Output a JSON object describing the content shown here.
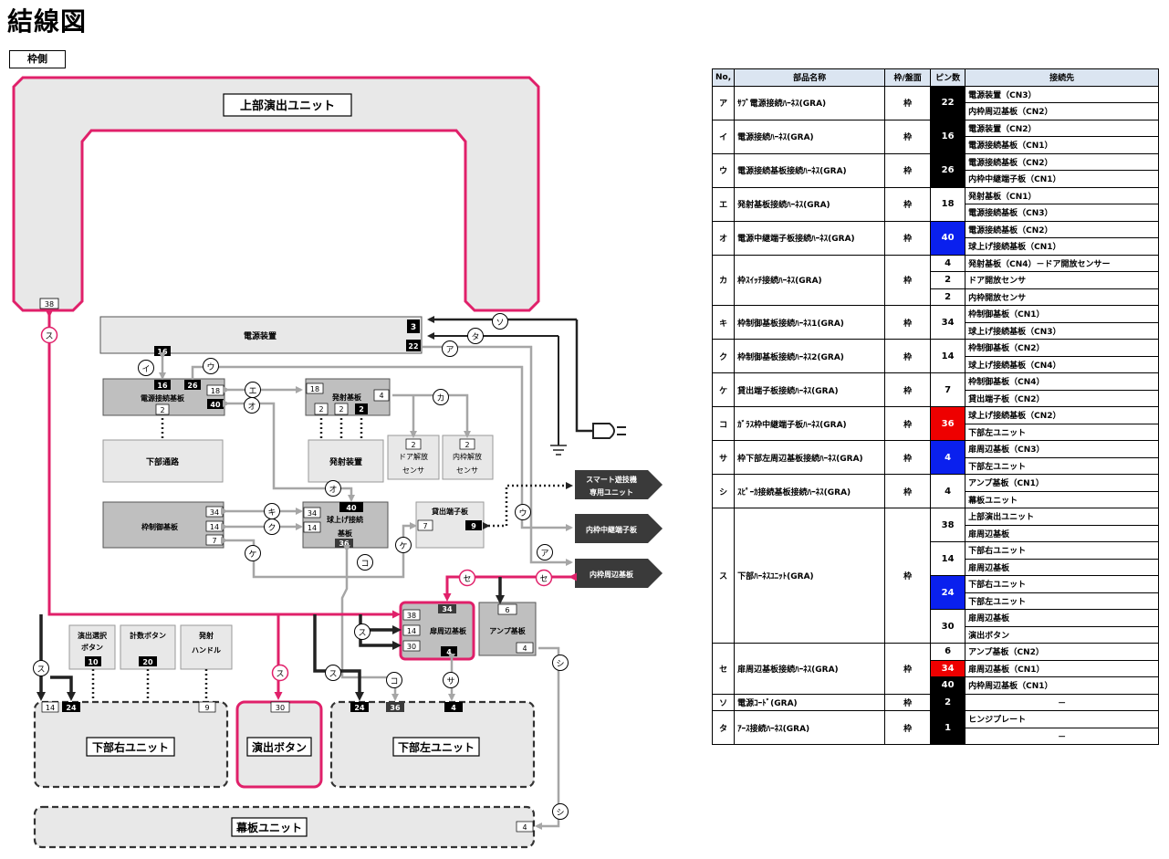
{
  "page_title": "結線図",
  "frame_side_label": "枠側",
  "units": {
    "upper_effect_unit": "上部演出ユニット",
    "power_supply": "電源装置",
    "power_connection_board": "電源接続基板",
    "firing_board": "発射基板",
    "lower_passage": "下部通路",
    "firing_device": "発射装置",
    "door_open_sensor": [
      "ドア解放",
      "センサ"
    ],
    "inner_frame_open_sensor": [
      "内枠解放",
      "センサ"
    ],
    "frame_control_board": "枠制御基板",
    "ball_lift_board": [
      "球上げ接続",
      "基板"
    ],
    "payout_terminal_board": "貸出端子板",
    "smart_game_unit": [
      "スマート遊技機",
      "専用ユニット"
    ],
    "inner_relay_terminal": "内枠中継端子板",
    "inner_peripheral_board": "内枠周辺基板",
    "door_peripheral_board": "扉周辺基板",
    "amp_board": "アンプ基板",
    "effect_select_button": [
      "演出選択",
      "ボタン"
    ],
    "counter_button": "計数ボタン",
    "firing_handle": [
      "発射",
      "ハンドル"
    ],
    "lower_right_unit": "下部右ユニット",
    "effect_button": "演出ボタン",
    "lower_left_unit": "下部左ユニット",
    "curtain_board_unit": "幕板ユニット"
  },
  "pins": {
    "upper_38": "38",
    "ps_3": "3",
    "ps_22": "22",
    "pcb_16_top": "16",
    "pcb_16": "16",
    "pcb_26": "26",
    "pcb_18": "18",
    "pcb_40": "40",
    "pcb_2": "2",
    "fb_18": "18",
    "fb_4": "4",
    "fb_2a": "2",
    "fb_2b": "2",
    "fb_2c": "2",
    "ds_2": "2",
    "is_2": "2",
    "fc_34": "34",
    "fc_14": "14",
    "fc_7": "7",
    "bl_40": "40",
    "bl_34": "34",
    "bl_14": "14",
    "bl_36": "36",
    "pt_7": "7",
    "pt_9": "9",
    "dp_34": "34",
    "dp_38": "38",
    "dp_14": "14",
    "dp_30": "30",
    "dp_4": "4",
    "amp_6": "6",
    "amp_4": "4",
    "esb_10": "10",
    "cb_20": "20",
    "fh_9": "9",
    "lr_14": "14",
    "lr_24": "24",
    "eb_30": "30",
    "ll_24": "24",
    "ll_36": "36",
    "ll_4": "4",
    "cu_4": "4"
  },
  "wire_labels": {
    "a": "ア",
    "i": "イ",
    "u": "ウ",
    "e": "エ",
    "o": "オ",
    "ka": "カ",
    "ki": "キ",
    "ku": "ク",
    "ke": "ケ",
    "ko": "コ",
    "sa": "サ",
    "shi": "シ",
    "su": "ス",
    "se": "セ",
    "so": "ソ",
    "ta": "タ"
  },
  "table": {
    "headers": [
      "No,",
      "部品名称",
      "枠/盤面",
      "ピン数",
      "接続先"
    ],
    "rows": [
      {
        "no": "ア",
        "name": "ｻﾌﾞ電源接続ﾊｰﾈｽ(GRA)",
        "side": "枠",
        "pins": [
          {
            "v": "22",
            "style": "black",
            "span": 2
          }
        ],
        "dest": [
          "電源装置（CN3）",
          "内枠周辺基板（CN2）"
        ]
      },
      {
        "no": "イ",
        "name": "電源接続ﾊｰﾈｽ(GRA)",
        "side": "枠",
        "pins": [
          {
            "v": "16",
            "style": "black",
            "span": 2
          }
        ],
        "dest": [
          "電源装置（CN2）",
          "電源接続基板（CN1）"
        ]
      },
      {
        "no": "ウ",
        "name": "電源接続基板接続ﾊｰﾈｽ(GRA)",
        "side": "枠",
        "pins": [
          {
            "v": "26",
            "style": "black",
            "span": 2
          }
        ],
        "dest": [
          "電源接続基板（CN2）",
          "内枠中継端子板（CN1）"
        ]
      },
      {
        "no": "エ",
        "name": "発射基板接続ﾊｰﾈｽ(GRA)",
        "side": "枠",
        "pins": [
          {
            "v": "18",
            "style": "",
            "span": 2
          }
        ],
        "dest": [
          "発射基板（CN1）",
          "電源接続基板（CN3）"
        ]
      },
      {
        "no": "オ",
        "name": "電源中継端子板接続ﾊｰﾈｽ(GRA)",
        "side": "枠",
        "pins": [
          {
            "v": "40",
            "style": "blue",
            "span": 2
          }
        ],
        "dest": [
          "電源接続基板（CN2）",
          "球上げ接続基板（CN1）"
        ]
      },
      {
        "no": "カ",
        "name": "枠ｽｲｯﾁ接続ﾊｰﾈｽ(GRA)",
        "side": "枠",
        "pins": [
          {
            "v": "4",
            "style": "",
            "span": 1
          },
          {
            "v": "2",
            "style": "",
            "span": 1
          },
          {
            "v": "2",
            "style": "",
            "span": 1
          }
        ],
        "dest": [
          "発射基板（CN4）－ドア開放センサー",
          "ドア開放センサ",
          "内枠開放センサ"
        ]
      },
      {
        "no": "キ",
        "name": "枠制御基板接続ﾊｰﾈｽ1(GRA)",
        "side": "枠",
        "pins": [
          {
            "v": "34",
            "style": "",
            "span": 2
          }
        ],
        "dest": [
          "枠制御基板（CN1）",
          "球上げ接続基板（CN3）"
        ]
      },
      {
        "no": "ク",
        "name": "枠制御基板接続ﾊｰﾈｽ2(GRA)",
        "side": "枠",
        "pins": [
          {
            "v": "14",
            "style": "",
            "span": 2
          }
        ],
        "dest": [
          "枠制御基板（CN2）",
          "球上げ接続基板（CN4）"
        ]
      },
      {
        "no": "ケ",
        "name": "貸出端子板接続ﾊｰﾈｽ(GRA)",
        "side": "枠",
        "pins": [
          {
            "v": "7",
            "style": "",
            "span": 2
          }
        ],
        "dest": [
          "枠制御基板（CN4）",
          "貸出端子板（CN2）"
        ]
      },
      {
        "no": "コ",
        "name": "ｶﾞﾗｽ枠中継端子板ﾊｰﾈｽ(GRA)",
        "side": "枠",
        "pins": [
          {
            "v": "36",
            "style": "red",
            "span": 2
          }
        ],
        "dest": [
          "球上げ接続基板（CN2）",
          "下部左ユニット"
        ]
      },
      {
        "no": "サ",
        "name": "枠下部左周辺基板接続ﾊｰﾈｽ(GRA)",
        "side": "枠",
        "pins": [
          {
            "v": "4",
            "style": "blue",
            "span": 2
          }
        ],
        "dest": [
          "扉周辺基板（CN3）",
          "下部左ユニット"
        ]
      },
      {
        "no": "シ",
        "name": "ｽﾋﾟｰｶ接続基板接続ﾊｰﾈｽ(GRA)",
        "side": "枠",
        "pins": [
          {
            "v": "4",
            "style": "",
            "span": 2
          }
        ],
        "dest": [
          "アンプ基板（CN1）",
          "幕板ユニット"
        ]
      },
      {
        "no": "ス",
        "name": "下部ﾊｰﾈｽﾕﾆｯﾄ(GRA)",
        "side": "枠",
        "pins": [
          {
            "v": "38",
            "style": "",
            "span": 2
          },
          {
            "v": "14",
            "style": "",
            "span": 2
          },
          {
            "v": "24",
            "style": "blue",
            "span": 2
          },
          {
            "v": "30",
            "style": "",
            "span": 2
          }
        ],
        "dest": [
          "上部演出ユニット",
          "扉周辺基板",
          "下部右ユニット",
          "扉周辺基板",
          "下部右ユニット",
          "下部左ユニット",
          "扉周辺基板",
          "演出ボタン"
        ]
      },
      {
        "no": "セ",
        "name": "扉周辺基板接続ﾊｰﾈｽ(GRA)",
        "side": "枠",
        "pins": [
          {
            "v": "6",
            "style": "",
            "span": 1
          },
          {
            "v": "34",
            "style": "red",
            "span": 1
          },
          {
            "v": "40",
            "style": "black",
            "span": 1
          }
        ],
        "dest": [
          "アンプ基板（CN2）",
          "扉周辺基板（CN1）",
          "内枠周辺基板（CN1）"
        ]
      },
      {
        "no": "ソ",
        "name": "電源ｺｰﾄﾞ(GRA)",
        "side": "枠",
        "pins": [
          {
            "v": "2",
            "style": "black",
            "span": 2
          }
        ],
        "dest_single": "－"
      },
      {
        "no": "タ",
        "name": "ｱｰｽ接続ﾊｰﾈｽ(GRA)",
        "side": "枠",
        "pins": [
          {
            "v": "1",
            "style": "black",
            "span": 2
          }
        ],
        "dest": [
          "ヒンジプレート",
          "－"
        ]
      }
    ]
  },
  "colors": {
    "pink": "#e0206a",
    "gray_wire": "#a6a6a6",
    "dark_box": "#3a3a3a",
    "unit_fill": "#e8e8e8",
    "board_fill": "#bfbfbf"
  }
}
